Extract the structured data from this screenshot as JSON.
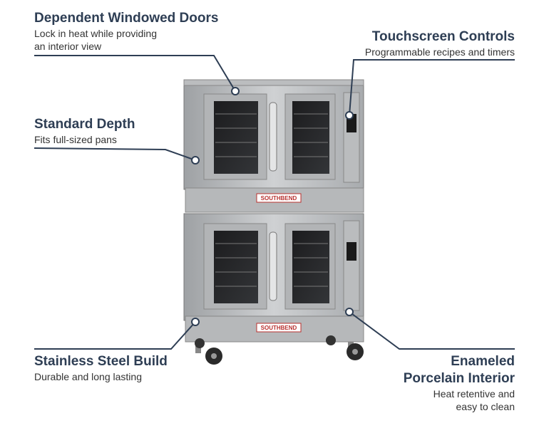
{
  "callouts": {
    "doors": {
      "title": "Dependent Windowed Doors",
      "desc1": "Lock in heat while providing",
      "desc2": "an interior view"
    },
    "controls": {
      "title": "Touchscreen Controls",
      "desc1": "Programmable recipes and timers"
    },
    "depth": {
      "title": "Standard Depth",
      "desc1": "Fits full-sized pans"
    },
    "steel": {
      "title": "Stainless Steel Build",
      "desc1": "Durable and long lasting"
    },
    "interior": {
      "title1": "Enameled",
      "title2": "Porcelain Interior",
      "desc1": "Heat retentive and",
      "desc2": "easy to clean"
    }
  },
  "product": {
    "brand": "SOUTHBEND"
  },
  "colors": {
    "title": "#2e3e54",
    "line": "#2e3e54",
    "steel": "#c4c6c8",
    "brand_plate": "#b8302e"
  }
}
